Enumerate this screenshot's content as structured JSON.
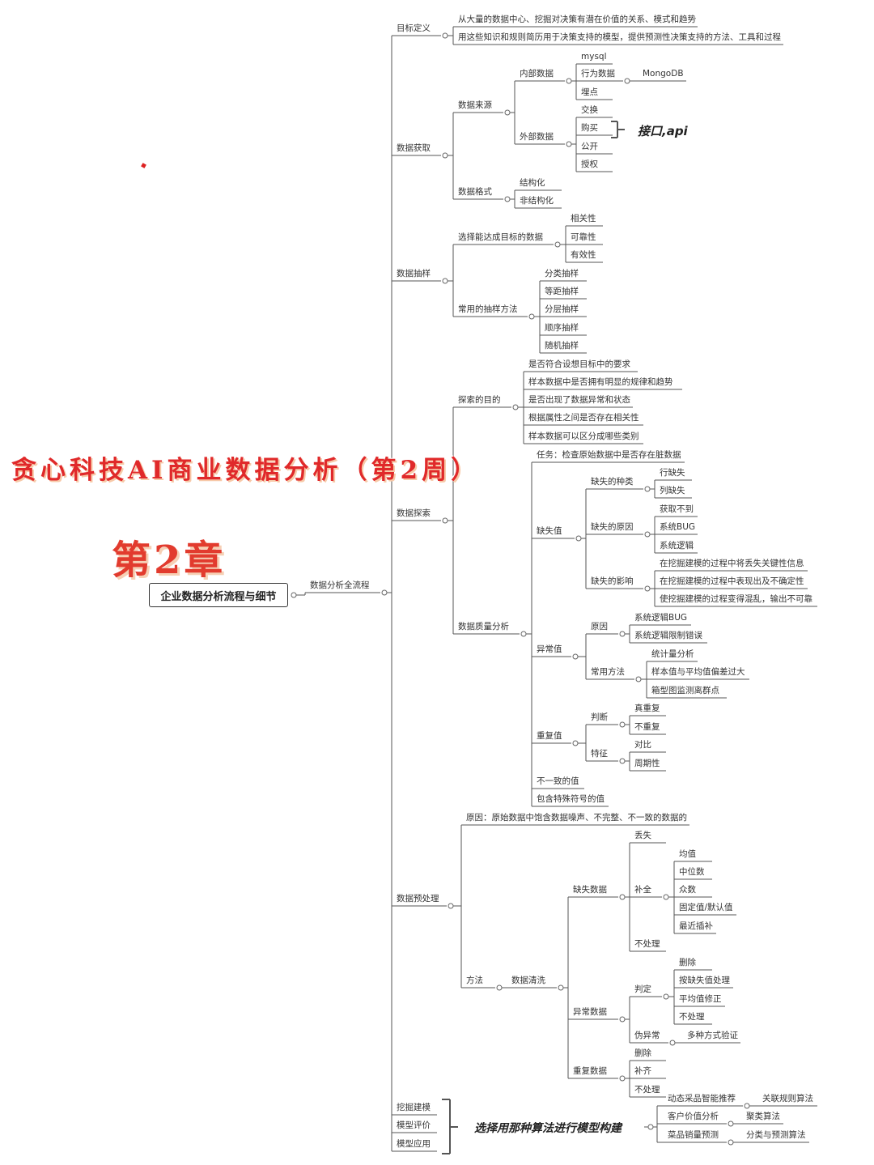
{
  "title": "贪心科技AI商业数据分析（第2周）",
  "chapter": "第2章",
  "root": "企业数据分析流程与细节",
  "flow_label": "数据分析全流程",
  "annotations": {
    "interface": "接口,api",
    "modeling": "选择用那种算法进行模型构建"
  },
  "nodes": {
    "target": "目标定义",
    "target_1": "从大量的数据中心、挖掘对决策有潜在价值的关系、模式和趋势",
    "target_2": "用这些知识和规则简历用于决策支持的模型，提供预测性决策支持的方法、工具和过程",
    "acquire": "数据获取",
    "source": "数据来源",
    "internal": "内部数据",
    "mysql": "mysql",
    "behavior": "行为数据",
    "mongodb": "MongoDB",
    "tracking": "埋点",
    "external": "外部数据",
    "exchange": "交换",
    "buy": "购买",
    "public": "公开",
    "license": "授权",
    "format": "数据格式",
    "structured": "结构化",
    "unstructured": "非结构化",
    "sampling": "数据抽样",
    "select": "选择能达成目标的数据",
    "relevance": "相关性",
    "reliability": "可靠性",
    "validity": "有效性",
    "methods": "常用的抽样方法",
    "m1": "分类抽样",
    "m2": "等距抽样",
    "m3": "分层抽样",
    "m4": "顺序抽样",
    "m5": "随机抽样",
    "explore": "数据探索",
    "purpose": "探索的目的",
    "p1": "是否符合设想目标中的要求",
    "p2": "样本数据中是否拥有明显的规律和趋势",
    "p3": "是否出现了数据异常和状态",
    "p4": "根据属性之间是否存在相关性",
    "p5": "样本数据可以区分成哪些类别",
    "quality": "数据质量分析",
    "task": "任务：检查原始数据中是否存在脏数据",
    "missing": "缺失值",
    "miss_kind": "缺失的种类",
    "row_miss": "行缺失",
    "col_miss": "列缺失",
    "miss_reason": "缺失的原因",
    "r1": "获取不到",
    "r2": "系统BUG",
    "r3": "系统逻辑",
    "miss_impact": "缺失的影响",
    "i1": "在挖掘建模的过程中将丢失关键性信息",
    "i2": "在挖掘建模的过程中表现出及不确定性",
    "i3": "使挖掘建模的过程变得混乱，输出不可靠",
    "abnormal": "异常值",
    "ab_reason": "原因",
    "ab_r1": "系统逻辑BUG",
    "ab_r2": "系统逻辑限制错误",
    "ab_method": "常用方法",
    "ab_m1": "统计量分析",
    "ab_m2": "样本值与平均值偏差过大",
    "ab_m3": "箱型图监测离群点",
    "duplicate": "重复值",
    "judge": "判断",
    "true_dup": "真重复",
    "not_dup": "不重复",
    "feature": "特征",
    "compare": "对比",
    "periodic": "周期性",
    "inconsistent": "不一致的值",
    "special": "包含特殊符号的值",
    "preprocess": "数据预处理",
    "pre_reason": "原因：原始数据中饱含数据噪声、不完整、不一致的数据的",
    "method": "方法",
    "cleaning": "数据清洗",
    "miss_data": "缺失数据",
    "lost": "丢失",
    "fill": "补全",
    "mean": "均值",
    "median": "中位数",
    "mode": "众数",
    "fixed": "固定值/默认值",
    "nearest": "最近插补",
    "no_proc": "不处理",
    "ab_data": "异常数据",
    "decide": "判定",
    "delete": "删除",
    "as_missing": "按缺失值处理",
    "mean_fix": "平均值修正",
    "no_proc2": "不处理",
    "fake_ab": "伪异常",
    "multi": "多种方式验证",
    "dup_data": "重复数据",
    "delete2": "删除",
    "fill2": "补齐",
    "no_proc3": "不处理",
    "mining": "挖掘建模",
    "evaluate": "模型评价",
    "apply": "模型应用",
    "rec": "动态采品智能推荐",
    "rec_alg": "关联规则算法",
    "cust": "客户价值分析",
    "cust_alg": "聚类算法",
    "sales": "菜品销量预测",
    "sales_alg": "分类与预测算法"
  }
}
